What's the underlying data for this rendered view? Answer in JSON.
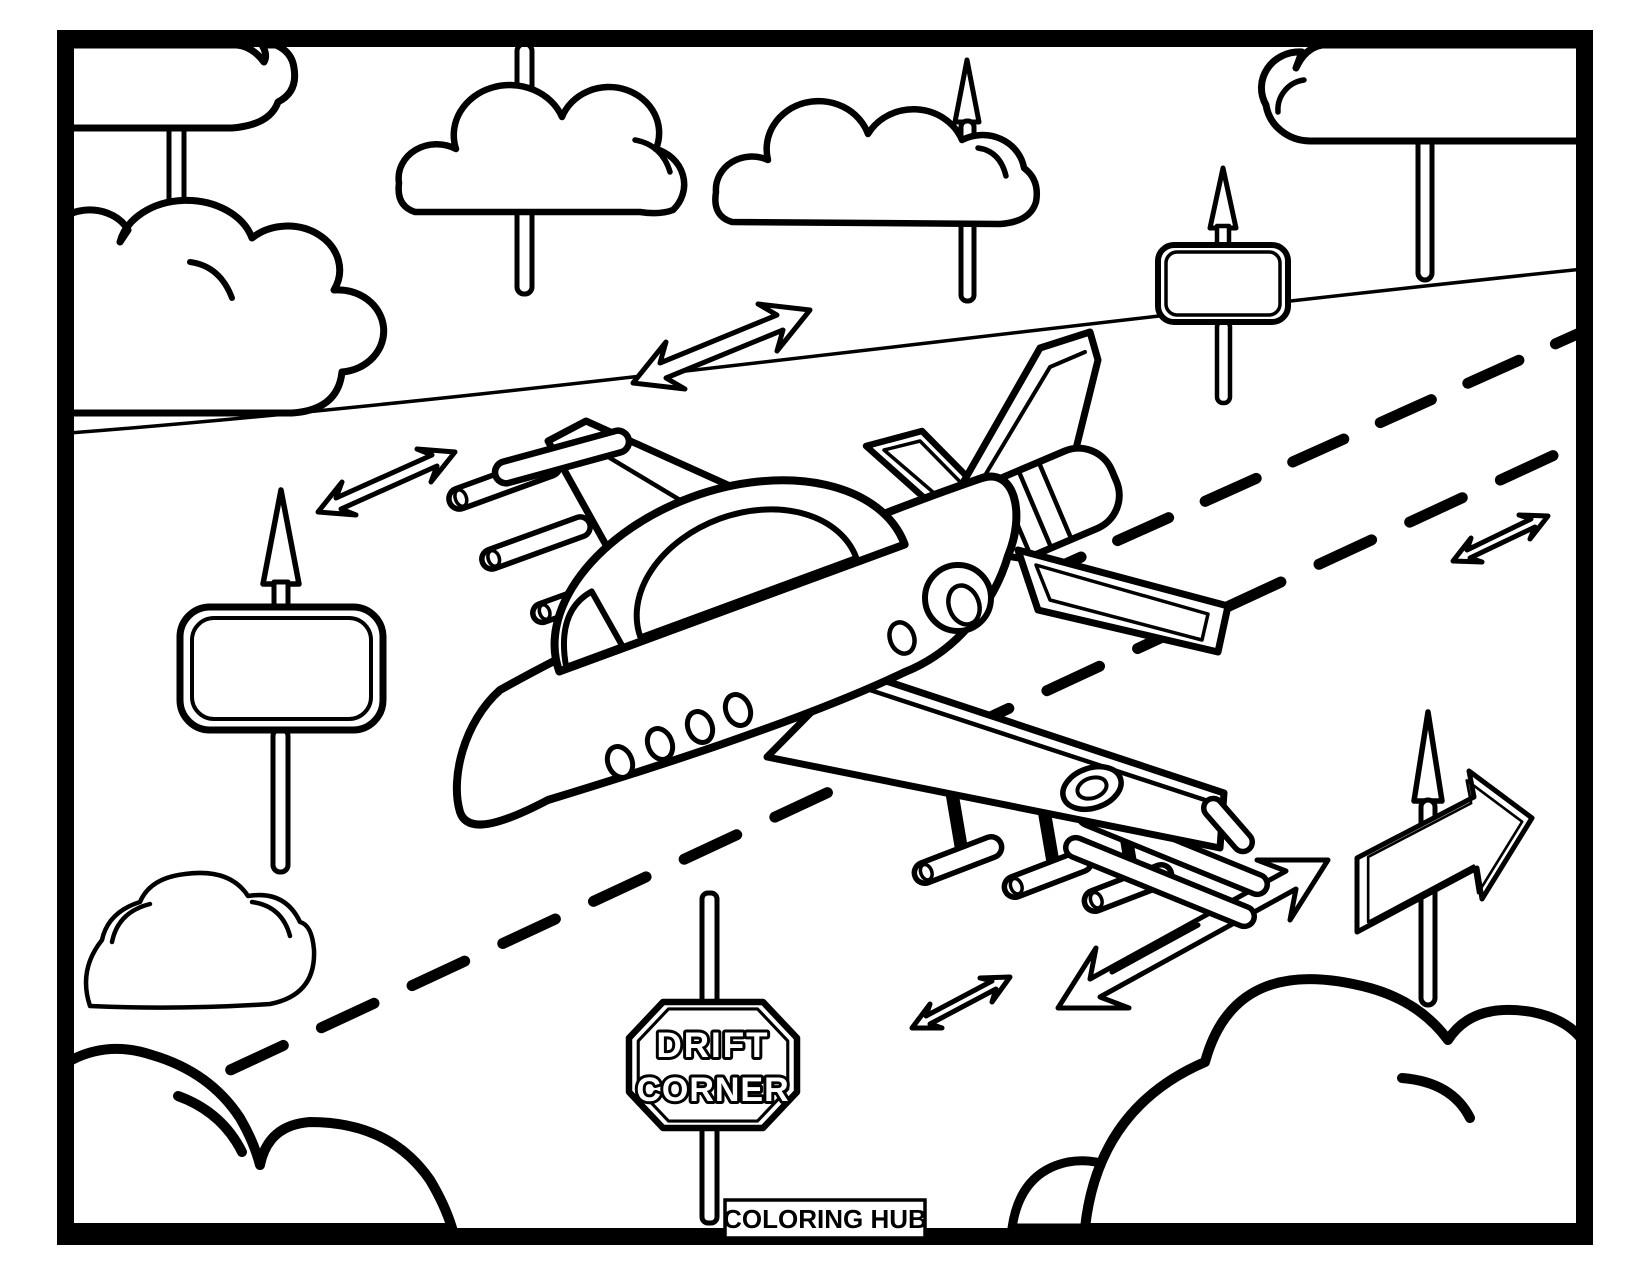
{
  "scene": {
    "type": "coloring-book-page",
    "subject": "cartoon fighter jet flying over a road with clouds, signposts and direction arrows",
    "ink_color": "#000000",
    "paper_color": "#ffffff"
  },
  "drift_corner_sign": {
    "line1": "DRIFT",
    "line2": "CORNER"
  },
  "footer": {
    "brand": "COLORING HUB"
  }
}
